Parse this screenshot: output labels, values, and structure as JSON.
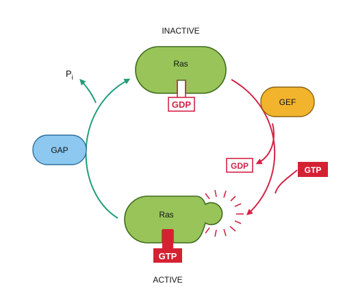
{
  "diagram": {
    "inactive_label": "INACTIVE",
    "active_label": "ACTIVE",
    "ras_inactive_label": "Ras",
    "ras_active_label": "Ras",
    "gdp_bound_label": "GDP",
    "gtp_bound_label": "GTP",
    "gef_label": "GEF",
    "gap_label": "GAP",
    "released_gdp_label": "GDP",
    "incoming_gtp_label": "GTP",
    "phosphate_label": "P",
    "phosphate_subscript": "i"
  },
  "colors": {
    "ras_green": "#98c45a",
    "gef_orange": "#f2b42c",
    "gap_blue": "#8cc8ef",
    "gtp_red": "#d42233",
    "cycle_red": "#d42244",
    "gap_teal": "#1f9c78"
  }
}
